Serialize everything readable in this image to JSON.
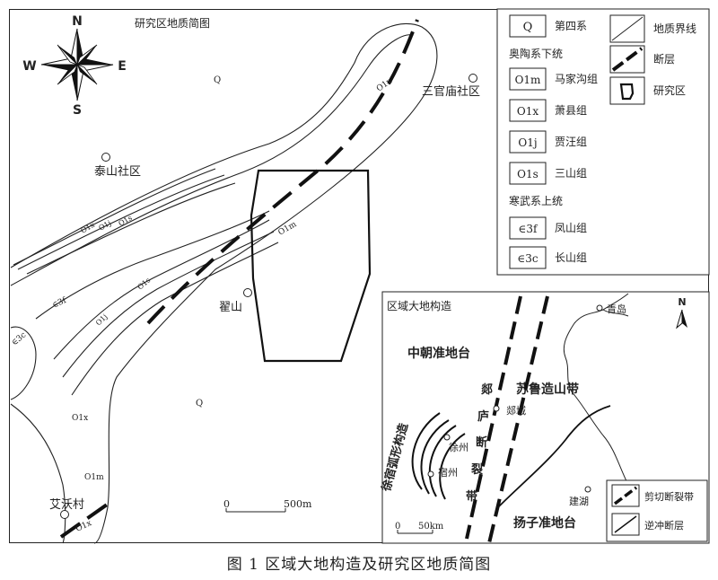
{
  "caption": "图 1  区域大地构造及研究区地质简图",
  "main_map": {
    "title": "研究区地质简图",
    "compass": {
      "n": "N",
      "s": "S",
      "e": "E",
      "w": "W"
    },
    "places": {
      "sanguanmiao": "三官庙社区",
      "taishan": "泰山社区",
      "dishan": "翟山",
      "aiwocun": "艾沃村"
    },
    "units": {
      "q1": "Q",
      "q2": "Q",
      "o1x_top": "O1x",
      "o1x_a": "O1x",
      "o1j_a": "O1j",
      "o1s_a": "O1s",
      "e3f": "∈3f",
      "e3c": "∈3c",
      "o1m_center": "O1m",
      "o1s_b": "O1s",
      "o1j_b": "O1j",
      "o1x_b": "O1x",
      "o1m_b": "O1m",
      "o1x_c": "O1x"
    },
    "scale": {
      "zero": "0",
      "end": "500m"
    }
  },
  "legend": {
    "q": {
      "code": "Q",
      "label": "第四系"
    },
    "ordovician_header": "奥陶系下统",
    "o1m": {
      "code": "O1m",
      "label": "马家沟组"
    },
    "o1x": {
      "code": "O1x",
      "label": "萧县组"
    },
    "o1j": {
      "code": "O1j",
      "label": "贾汪组"
    },
    "o1s": {
      "code": "O1s",
      "label": "三山组"
    },
    "cambrian_header": "寒武系上统",
    "e3f": {
      "code": "∈3f",
      "label": "凤山组"
    },
    "e3c": {
      "code": "∈3c",
      "label": "长山组"
    },
    "boundary": "地质界线",
    "fault": "断层",
    "study_area": "研究区"
  },
  "inset": {
    "title": "区域大地构造",
    "north": "N",
    "labels": {
      "north_china": "中朝准地台",
      "sulu": "苏鲁造山带",
      "yangtze": "扬子准地台",
      "xusu_arc": "徐宿弧形构造",
      "tanlu_1": "郯",
      "tanlu_2": "庐",
      "tanlu_3": "断",
      "tanlu_4": "裂",
      "tanlu_5": "带",
      "qingdao": "青岛",
      "tancheng": "郯城",
      "xuzhou": "徐州",
      "suzhou": "宿州",
      "jianhu": "建湖"
    },
    "scale": {
      "zero": "0",
      "end": "50km"
    },
    "legend": {
      "shear": "剪切断裂带",
      "thrust": "逆冲断层"
    }
  }
}
